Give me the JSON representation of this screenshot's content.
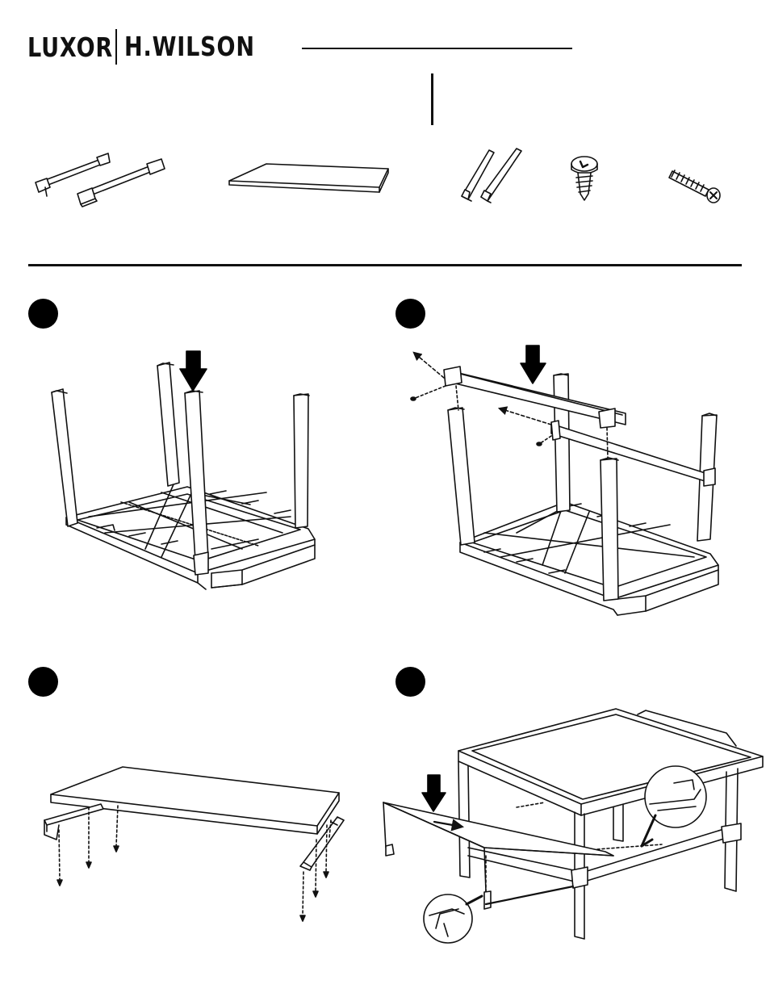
{
  "header": {
    "brand_left": "LUXOR",
    "brand_right": "H.WILSON"
  },
  "parts": [
    {
      "icon": "crossbar-brackets-icon"
    },
    {
      "icon": "shelf-panel-icon"
    },
    {
      "icon": "shelf-rails-icon"
    },
    {
      "icon": "wood-screw-icon"
    },
    {
      "icon": "machine-bolt-icon"
    }
  ],
  "steps": [
    {
      "icon": "insert-legs-illustration"
    },
    {
      "icon": "attach-crossbar-illustration"
    },
    {
      "icon": "attach-shelf-rails-illustration"
    },
    {
      "icon": "slide-shelf-illustration"
    }
  ]
}
